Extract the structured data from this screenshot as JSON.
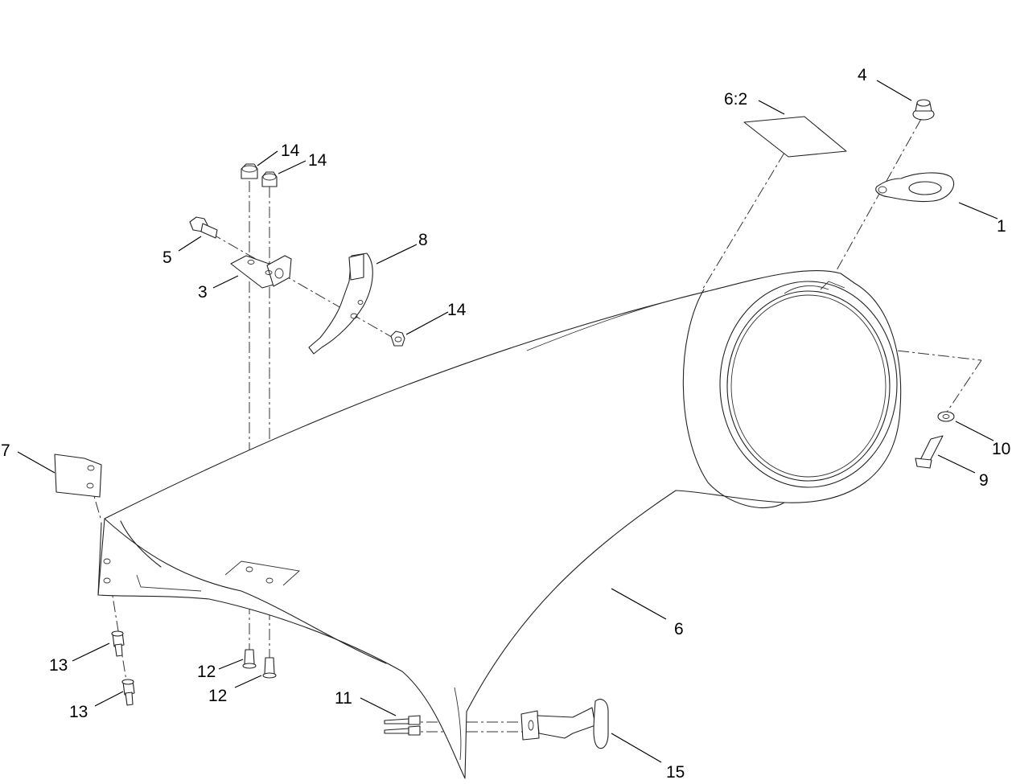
{
  "figure": {
    "type": "exploded-parts-diagram",
    "callouts": {
      "c1": "1",
      "c3": "3",
      "c4": "4",
      "c5": "5",
      "c6": "6",
      "c6_2": "6:2",
      "c7": "7",
      "c8": "8",
      "c9": "9",
      "c10": "10",
      "c11": "11",
      "c12a": "12",
      "c12b": "12",
      "c13a": "13",
      "c13b": "13",
      "c14a": "14",
      "c14b": "14",
      "c14c": "14",
      "c15": "15"
    }
  }
}
